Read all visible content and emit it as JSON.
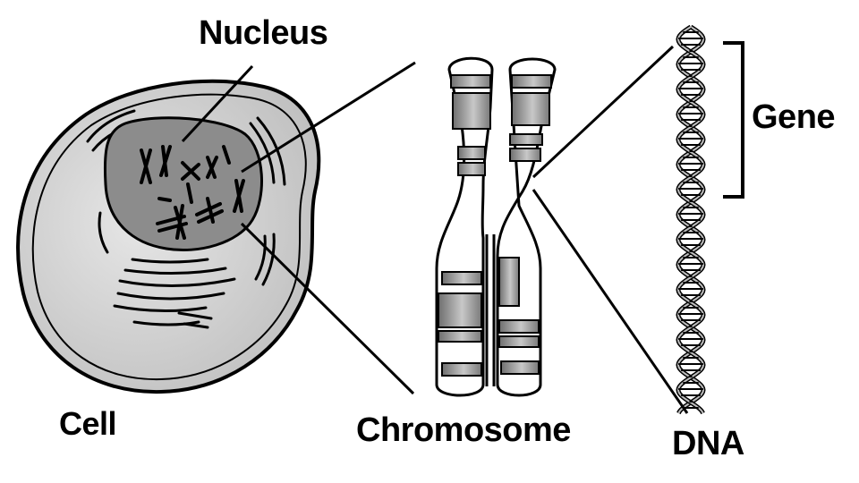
{
  "labels": {
    "nucleus": "Nucleus",
    "gene": "Gene",
    "cell": "Cell",
    "chromosome": "Chromosome",
    "dna": "DNA"
  },
  "colors": {
    "cytoplasm": "#d8d8d8",
    "nucleus": "#8c8c8c",
    "band": "#9a9a9a",
    "ink": "#000000",
    "background": "#ffffff"
  }
}
